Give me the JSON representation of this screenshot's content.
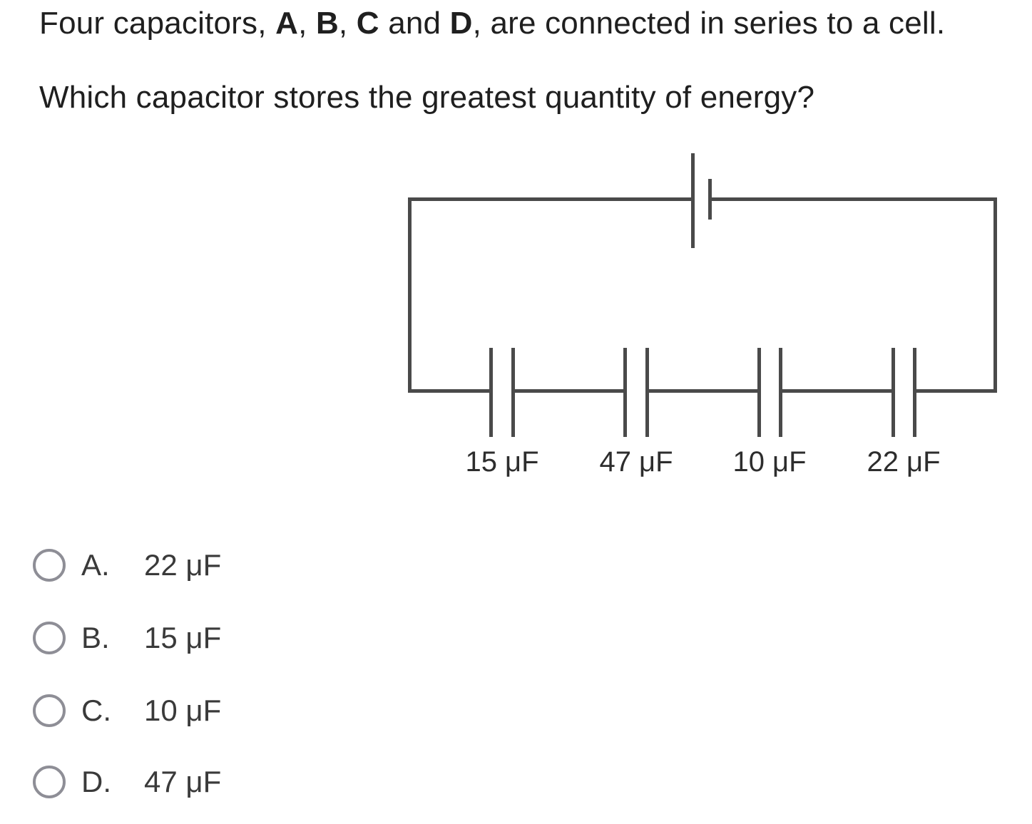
{
  "question": {
    "line1_parts": [
      {
        "text": "Four capacitors, ",
        "bold": false
      },
      {
        "text": "A",
        "bold": true
      },
      {
        "text": ", ",
        "bold": false
      },
      {
        "text": "B",
        "bold": true
      },
      {
        "text": ", ",
        "bold": false
      },
      {
        "text": "C",
        "bold": true
      },
      {
        "text": " and ",
        "bold": false
      },
      {
        "text": "D",
        "bold": true
      },
      {
        "text": ", are connected in series to a cell.",
        "bold": false
      }
    ],
    "line2": "Which capacitor stores the greatest quantity of energy?"
  },
  "circuit": {
    "type": "series-capacitor-circuit",
    "cell": "cell",
    "capacitor_labels": [
      "15 μF",
      "47 μF",
      "10 μF",
      "22 μF"
    ]
  },
  "options": [
    {
      "letter": "A.",
      "value": "22 μF",
      "selected": false
    },
    {
      "letter": "B.",
      "value": "15 μF",
      "selected": false
    },
    {
      "letter": "C.",
      "value": "10 μF",
      "selected": false
    },
    {
      "letter": "D.",
      "value": "47 μF",
      "selected": false
    }
  ],
  "colors": {
    "wire": "#4a4a4a",
    "question_text": "#1f1f1f",
    "option_text": "#3a3a3a",
    "radio_border": "#8e8e96",
    "background": "#ffffff"
  }
}
